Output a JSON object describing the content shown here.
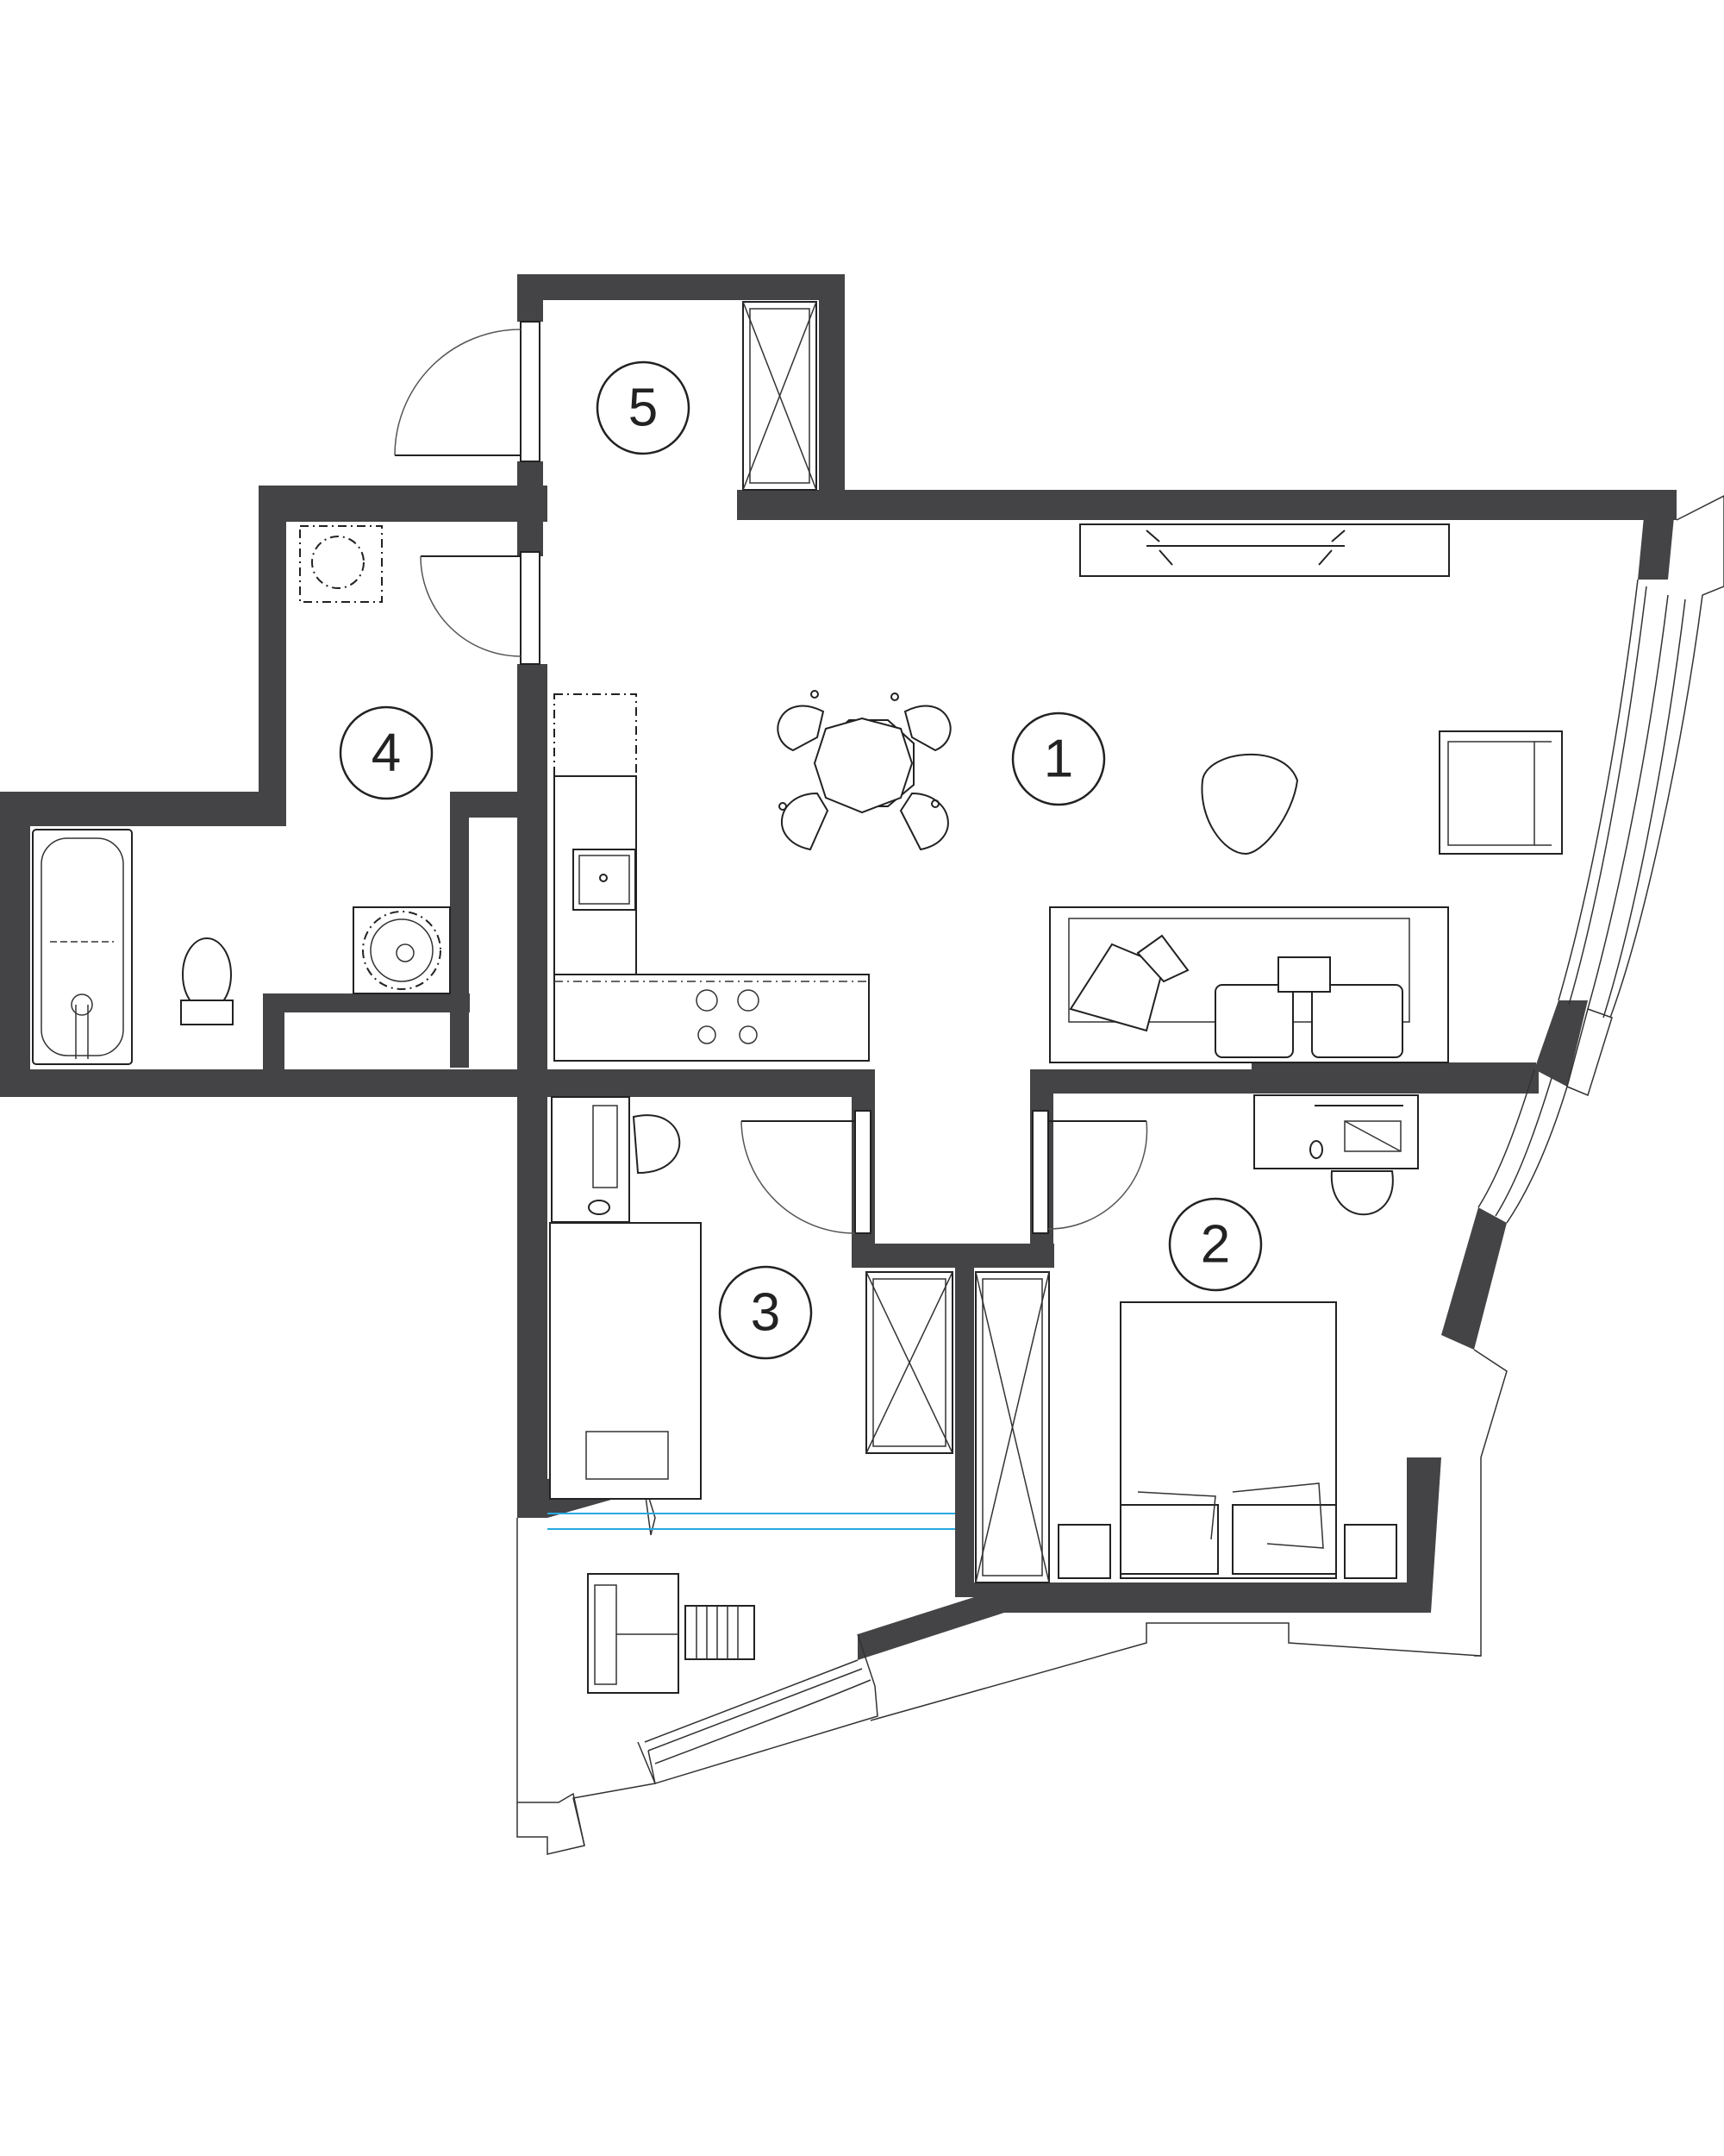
{
  "rooms": [
    {
      "number": "1"
    },
    {
      "number": "2"
    },
    {
      "number": "3"
    },
    {
      "number": "4"
    },
    {
      "number": "5"
    }
  ],
  "colors": {
    "wall": "#444446",
    "line": "#222222",
    "accent_line": "#29a9e0",
    "background": "#ffffff"
  }
}
